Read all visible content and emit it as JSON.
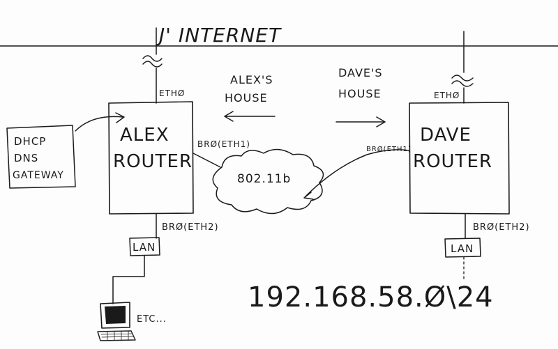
{
  "internet": {
    "label": "J' INTERNET"
  },
  "houses": {
    "alex_line1": "ALEX'S",
    "alex_line2": "HOUSE",
    "dave_line1": "DAVE'S",
    "dave_line2": "HOUSE"
  },
  "alex_router": {
    "line1": "ALEX",
    "line2": "ROUTER",
    "eth0": "ETHØ",
    "br_eth1": "BRØ(ETH1)",
    "br_eth2": "BRØ(ETH2)",
    "lan": "LAN"
  },
  "dave_router": {
    "line1": "DAVE",
    "line2": "ROUTER",
    "eth0": "ETHØ",
    "br_eth1": "BRØ(ETH1)",
    "br_eth2": "BRØ(ETH2)",
    "lan": "LAN"
  },
  "services": {
    "line1": "DHCP",
    "line2": "DNS",
    "line3": "GATEWAY"
  },
  "wireless": {
    "label": "802.11b"
  },
  "computer": {
    "label": "ETC..."
  },
  "subnet": {
    "label": "192.168.58.Ø\\24"
  },
  "colors": {
    "ink": "#1a1a1a",
    "paper": "#fdfdfd"
  }
}
